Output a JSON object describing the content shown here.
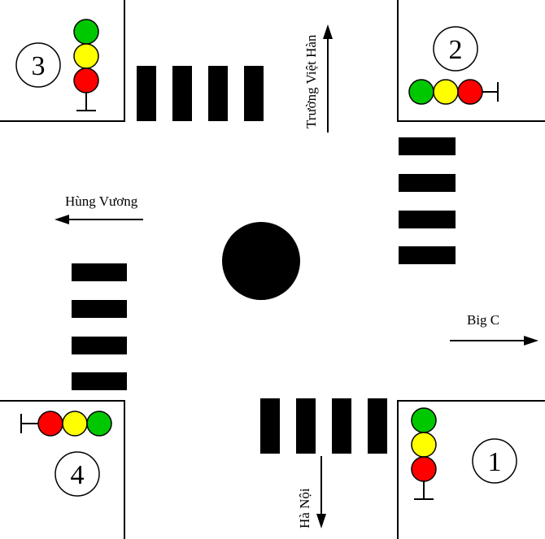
{
  "colors": {
    "red": "#ff0000",
    "yellow": "#ffff00",
    "green": "#00c800",
    "black": "#000000"
  },
  "intersection": {
    "corners": [
      {
        "id": "1",
        "label": "1"
      },
      {
        "id": "2",
        "label": "2"
      },
      {
        "id": "3",
        "label": "3"
      },
      {
        "id": "4",
        "label": "4"
      }
    ],
    "streets": {
      "north": "Trường Việt Hàn",
      "west": "Hùng Vương",
      "east": "Big C",
      "south": "Hà Nội"
    }
  }
}
